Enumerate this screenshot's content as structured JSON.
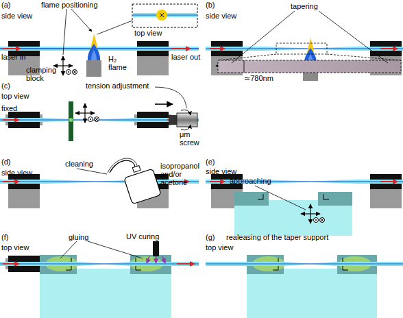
{
  "diagram": {
    "labels": [
      "(a)",
      "flame positioning",
      "top view",
      "side view",
      "laser in",
      "clamping block",
      "H₂ flame",
      "laser out",
      "(b)",
      "tapering",
      "side view",
      "≃780nm",
      "(c)",
      "tension adjustment",
      "top view",
      "fixed",
      "μm screw",
      "(d)",
      "cleaning",
      "isopropanol and/or acetone",
      "side view",
      "(e)",
      "side view",
      "approaching",
      "(f)",
      "gluing",
      "UV curing",
      "top view",
      "(g)",
      "realeasing of the taper support",
      "top view"
    ]
  }
}
